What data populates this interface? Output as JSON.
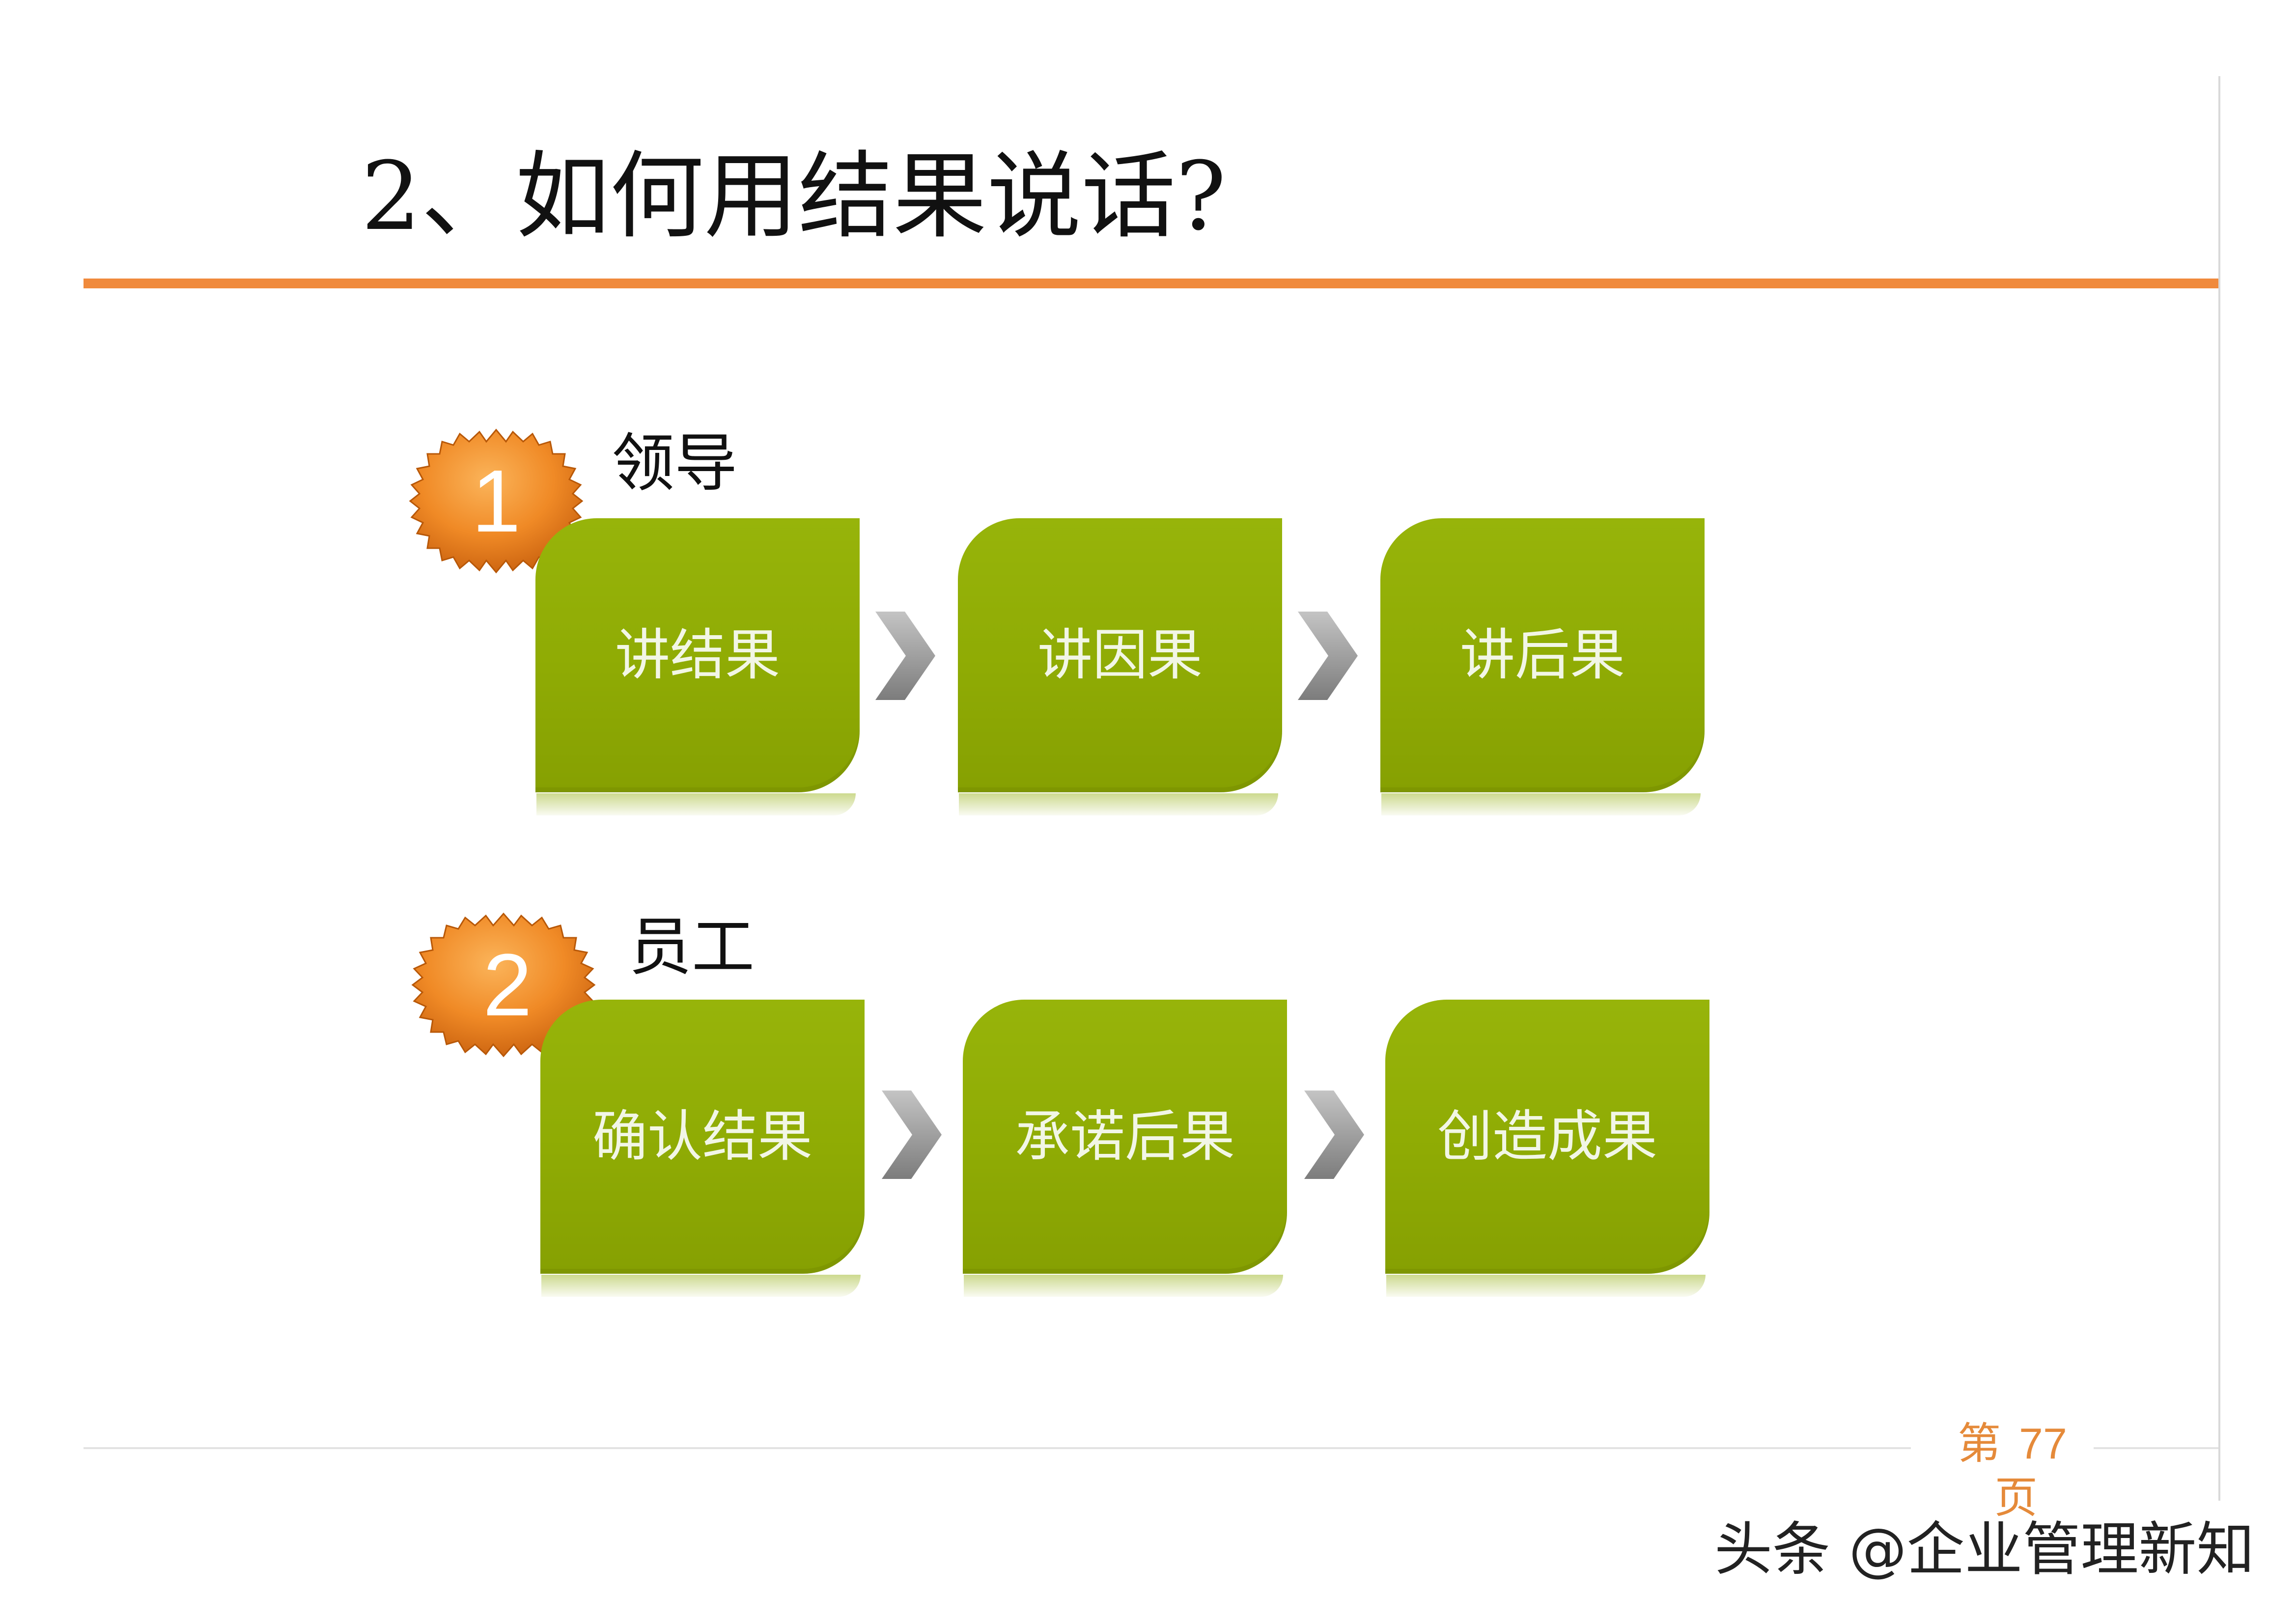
{
  "slide": {
    "title": "2、如何用结果说话?",
    "accent_color": "#f08a3c",
    "box_color": "#8fab04",
    "arrow_color": "#9a9a9a"
  },
  "sections": [
    {
      "badge": "1",
      "label": "领导",
      "steps": [
        "讲结果",
        "讲因果",
        "讲后果"
      ]
    },
    {
      "badge": "2",
      "label": "员工",
      "steps": [
        "确认结果",
        "承诺后果",
        "创造成果"
      ]
    }
  ],
  "footer": {
    "page_prefix": "第",
    "page_number": "77",
    "page_suffix": "页",
    "watermark": "头条 @企业管理新知"
  }
}
